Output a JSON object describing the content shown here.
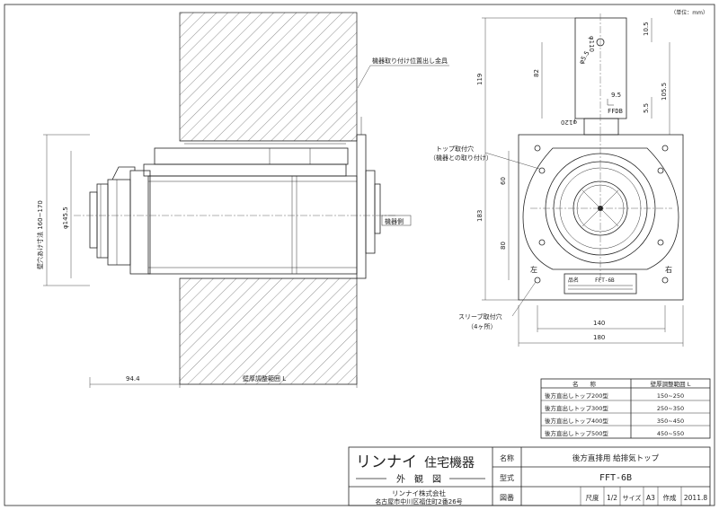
{
  "unit_note": "（単位：mm）",
  "side_view": {
    "bracket_label": "機器取り付け位置出し金具",
    "appliance_side_label": "機器側",
    "hole_size_label": "壁穴あけ寸法 160~170",
    "pipe_dia_label": "φ145.5",
    "dim_94": "94.4",
    "wall_thickness_label": "壁厚調整範囲 L"
  },
  "front_view": {
    "dim_119": "119",
    "dim_82": "82",
    "dim_10_5": "10.5",
    "dim_105_5": "105.5",
    "dim_9_5": "9.5",
    "dim_5_5": "5.5",
    "dim_183": "183",
    "dim_60": "60",
    "dim_80": "80",
    "dim_140": "140",
    "dim_180": "180",
    "phi_top": "φ110",
    "phi_small": "φ5.5",
    "phi_120": "φ120",
    "ffdb": "FFDB",
    "top_hole_label": "トップ取付穴",
    "top_hole_sub": "（機器との取り付け）",
    "sleeve_hole_label": "スリーブ取付穴",
    "sleeve_hole_sub": "（4ヶ所）",
    "left_mark": "左",
    "right_mark": "右",
    "plate_title": "品名",
    "plate_model": "FFT-6B"
  },
  "spec_table": {
    "headers": [
      "名　　称",
      "壁厚調整範囲 L"
    ],
    "rows": [
      [
        "後方直出しトップ200型",
        "150~250"
      ],
      [
        "後方直出しトップ300型",
        "250~350"
      ],
      [
        "後方直出しトップ400型",
        "350~450"
      ],
      [
        "後方直出しトップ500型",
        "450~550"
      ]
    ]
  },
  "title_block": {
    "brand": "リンナイ",
    "brand_suffix": "住宅機器",
    "drawing_type": "外　観　図",
    "company": "リンナイ株式会社",
    "address": "名古屋市中川区福住町2番26号",
    "name_label": "名称",
    "name_value": "後方直排用 給排気トップ",
    "model_label": "型式",
    "model_value": "FFT-6B",
    "drawing_no_label": "図番",
    "scale_label": "尺度",
    "scale_value": "1/2",
    "size_label": "サイズ",
    "size_value": "A3",
    "date_label": "作成",
    "date_value": "2011.8"
  }
}
